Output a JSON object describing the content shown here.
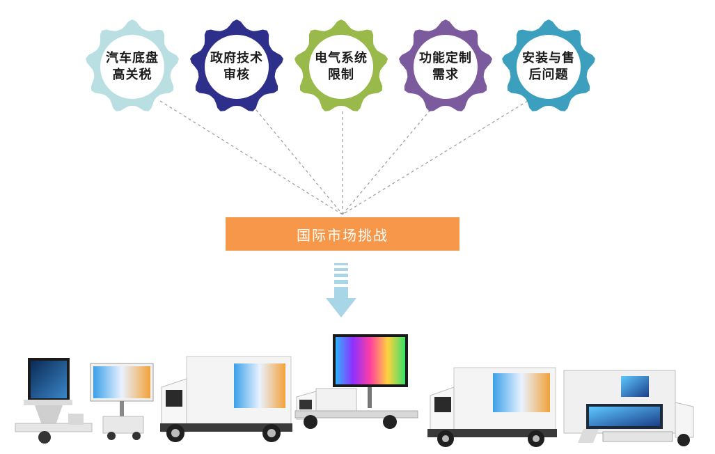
{
  "factors": [
    {
      "line1": "汽车底盘",
      "line2": "高关税",
      "color": "#b9dfe2"
    },
    {
      "line1": "政府技术",
      "line2": "审核",
      "color": "#2e2f8a"
    },
    {
      "line1": "电气系统",
      "line2": "限制",
      "color": "#99b94a"
    },
    {
      "line1": "功能定制",
      "line2": "需求",
      "color": "#7b5b9d"
    },
    {
      "line1": "安装与售",
      "line2": "后问题",
      "color": "#3c9fbe"
    }
  ],
  "center": {
    "label": "国际市场挑战",
    "color": "#f7974a"
  },
  "arrow_color": "#a9d6e6"
}
